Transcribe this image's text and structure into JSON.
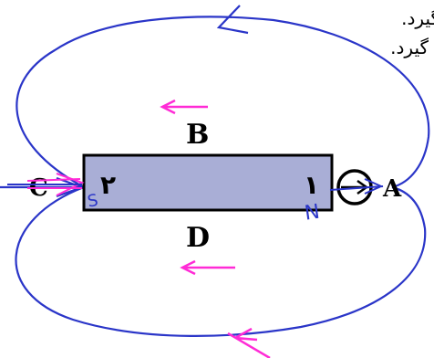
{
  "text_fragments": {
    "line1": "گیرد.",
    "line2": "گیرد."
  },
  "magnet": {
    "right_end_label": "۱",
    "left_end_label": "۲",
    "north_annotation": "N",
    "south_annotation": "S",
    "fill_color": "#a9aed6"
  },
  "points": {
    "A": "A",
    "B": "B",
    "C": "C",
    "D": "D"
  },
  "colors": {
    "field_lines": "#2a35c8",
    "arrows_annotation": "#ff2bd6",
    "black": "#000000"
  },
  "icons": {
    "compass": "compass-icon"
  }
}
